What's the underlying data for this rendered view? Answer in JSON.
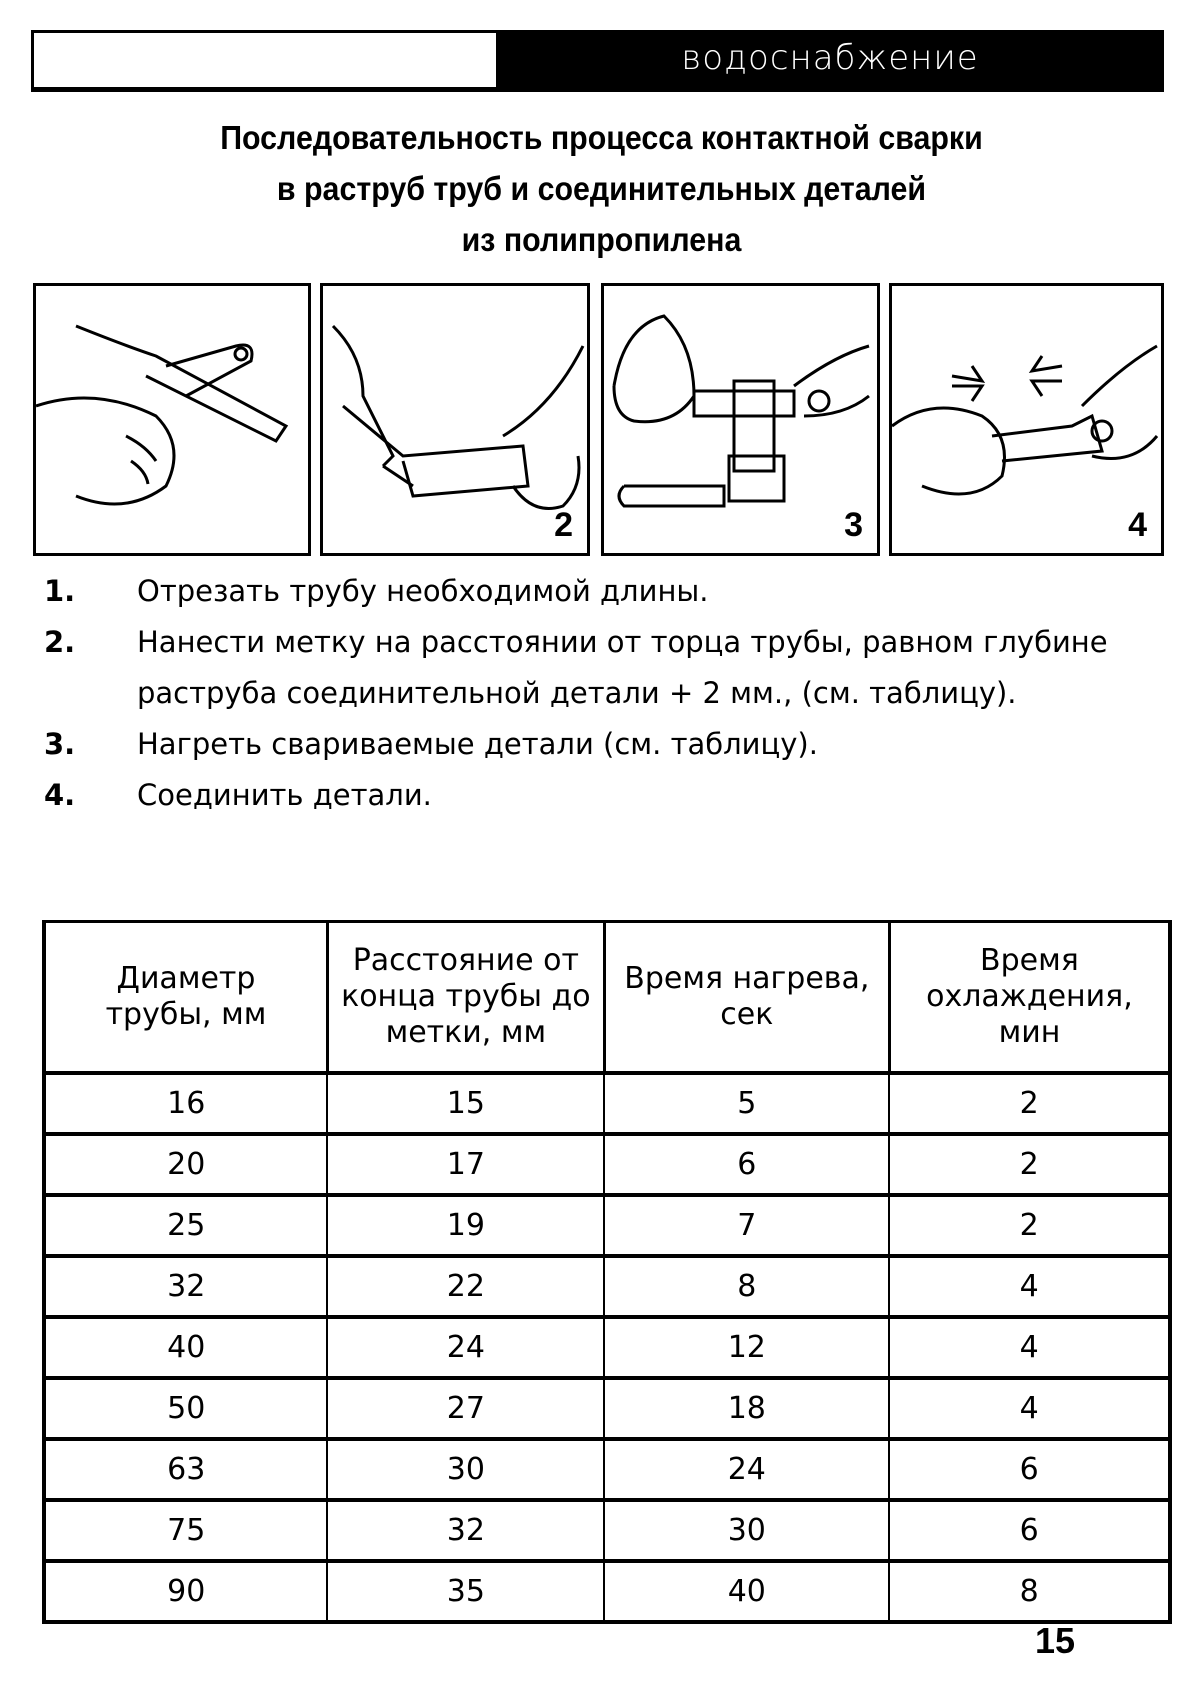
{
  "header": {
    "section": "водоснабжение"
  },
  "title": {
    "lines": [
      "Последовательность процесса контактной сварки",
      "в раструб труб и соединительных деталей",
      "из полипропилена"
    ]
  },
  "illustrations": [
    {
      "number": ""
    },
    {
      "number": "2"
    },
    {
      "number": "3"
    },
    {
      "number": "4"
    }
  ],
  "steps": [
    {
      "n": "1.",
      "text": "Отрезать трубу необходимой длины."
    },
    {
      "n": "2.",
      "text": "Нанести метку на расстоянии от торца трубы, равном глубине раструба соединительной детали + 2 мм., (см. таблицу)."
    },
    {
      "n": "3.",
      "text": "Нагреть свариваемые детали (см. таблицу)."
    },
    {
      "n": "4.",
      "text": "Соединить детали."
    }
  ],
  "table": {
    "headers": [
      "Диаметр трубы, мм",
      "Расстояние от конца трубы до метки, мм",
      "Время нагрева, сек",
      "Время охлаждения, мин"
    ],
    "rows": [
      [
        "16",
        "15",
        "5",
        "2"
      ],
      [
        "20",
        "17",
        "6",
        "2"
      ],
      [
        "25",
        "19",
        "7",
        "2"
      ],
      [
        "32",
        "22",
        "8",
        "4"
      ],
      [
        "40",
        "24",
        "12",
        "4"
      ],
      [
        "50",
        "27",
        "18",
        "4"
      ],
      [
        "63",
        "30",
        "24",
        "6"
      ],
      [
        "75",
        "32",
        "30",
        "6"
      ],
      [
        "90",
        "35",
        "40",
        "8"
      ]
    ]
  },
  "page_number": "15"
}
